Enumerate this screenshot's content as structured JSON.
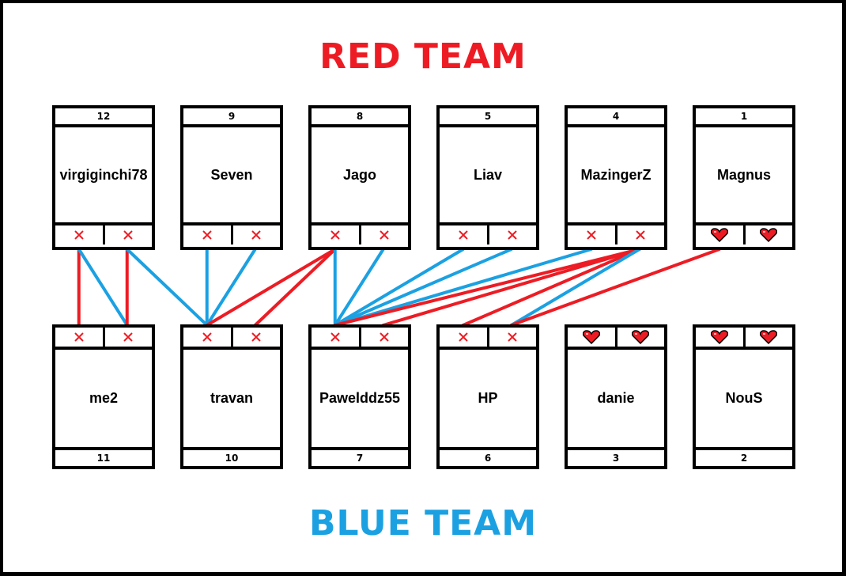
{
  "red_team": {
    "title": "RED TEAM",
    "color": "#ed1c24",
    "players": [
      {
        "name": "virgiginchi78",
        "number": "12",
        "marks": [
          "x",
          "x"
        ]
      },
      {
        "name": "Seven",
        "number": "9",
        "marks": [
          "x",
          "x"
        ]
      },
      {
        "name": "Jago",
        "number": "8",
        "marks": [
          "x",
          "x"
        ]
      },
      {
        "name": "Liav",
        "number": "5",
        "marks": [
          "x",
          "x"
        ]
      },
      {
        "name": "MazingerZ",
        "number": "4",
        "marks": [
          "x",
          "x"
        ]
      },
      {
        "name": "Magnus",
        "number": "1",
        "marks": [
          "heart",
          "heart"
        ]
      }
    ]
  },
  "blue_team": {
    "title": "BLUE TEAM",
    "color": "#1ba1e2",
    "players": [
      {
        "name": "me2",
        "number": "11",
        "marks": [
          "x",
          "x"
        ]
      },
      {
        "name": "travan",
        "number": "10",
        "marks": [
          "x",
          "x"
        ]
      },
      {
        "name": "Pawelddz55",
        "number": "7",
        "marks": [
          "x",
          "x"
        ]
      },
      {
        "name": "HP",
        "number": "6",
        "marks": [
          "x",
          "x"
        ]
      },
      {
        "name": "danie",
        "number": "3",
        "marks": [
          "heart",
          "heart"
        ]
      },
      {
        "name": "NouS",
        "number": "2",
        "marks": [
          "heart",
          "heart"
        ]
      }
    ]
  },
  "icons": {
    "x": "x-mark-icon",
    "heart": "heart-icon"
  },
  "colors": {
    "mark_red": "#ed1c24",
    "line_red": "#ed1c24",
    "line_blue": "#1ba1e2"
  },
  "eliminations": [
    {
      "from": "red",
      "player": 0,
      "slot": 0,
      "to": "blue",
      "target": 0,
      "slot_to": 0,
      "color": "red"
    },
    {
      "from": "red",
      "player": 0,
      "slot": 0,
      "to": "blue",
      "target": 0,
      "slot_to": 1,
      "color": "blue"
    },
    {
      "from": "red",
      "player": 0,
      "slot": 1,
      "to": "blue",
      "target": 0,
      "slot_to": 1,
      "color": "red"
    },
    {
      "from": "red",
      "player": 0,
      "slot": 1,
      "to": "blue",
      "target": 1,
      "slot_to": 0,
      "color": "blue"
    },
    {
      "from": "red",
      "player": 1,
      "slot": 0,
      "to": "blue",
      "target": 1,
      "slot_to": 0,
      "color": "blue"
    },
    {
      "from": "red",
      "player": 1,
      "slot": 1,
      "to": "blue",
      "target": 1,
      "slot_to": 0,
      "color": "blue"
    },
    {
      "from": "red",
      "player": 2,
      "slot": 0,
      "to": "blue",
      "target": 1,
      "slot_to": 0,
      "color": "red"
    },
    {
      "from": "red",
      "player": 2,
      "slot": 0,
      "to": "blue",
      "target": 1,
      "slot_to": 1,
      "color": "red"
    },
    {
      "from": "red",
      "player": 2,
      "slot": 0,
      "to": "blue",
      "target": 2,
      "slot_to": 0,
      "color": "blue"
    },
    {
      "from": "red",
      "player": 2,
      "slot": 1,
      "to": "blue",
      "target": 2,
      "slot_to": 0,
      "color": "blue"
    },
    {
      "from": "red",
      "player": 3,
      "slot": 0,
      "to": "blue",
      "target": 2,
      "slot_to": 0,
      "color": "blue"
    },
    {
      "from": "red",
      "player": 3,
      "slot": 1,
      "to": "blue",
      "target": 2,
      "slot_to": 0,
      "color": "blue"
    },
    {
      "from": "red",
      "player": 4,
      "slot": 0,
      "to": "blue",
      "target": 2,
      "slot_to": 0,
      "color": "blue"
    },
    {
      "from": "red",
      "player": 4,
      "slot": 1,
      "to": "blue",
      "target": 2,
      "slot_to": 0,
      "color": "red"
    },
    {
      "from": "red",
      "player": 4,
      "slot": 1,
      "to": "blue",
      "target": 2,
      "slot_to": 1,
      "color": "red"
    },
    {
      "from": "red",
      "player": 4,
      "slot": 1,
      "to": "blue",
      "target": 3,
      "slot_to": 0,
      "color": "red"
    },
    {
      "from": "red",
      "player": 4,
      "slot": 1,
      "to": "blue",
      "target": 3,
      "slot_to": 1,
      "color": "blue"
    },
    {
      "from": "red",
      "player": 5,
      "slot": 0,
      "to": "blue",
      "target": 3,
      "slot_to": 1,
      "color": "red"
    }
  ]
}
